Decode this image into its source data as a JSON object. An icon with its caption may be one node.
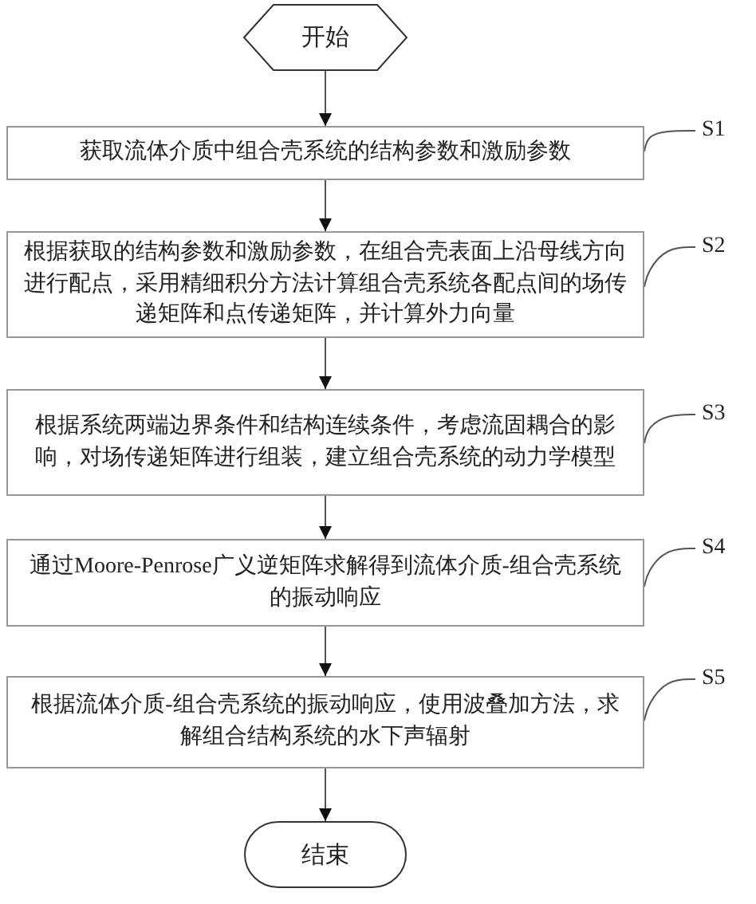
{
  "diagram": {
    "nodes": [
      {
        "text": [
          "开始"
        ]
      },
      {
        "text": [
          "获取流体介质中组合壳系统的结构参数和激励参数"
        ]
      },
      {
        "text": [
          "S1"
        ]
      },
      {
        "text": [
          "根据获取的结构参数和激励参数，在组合壳表面上沿母线方向进行配点，采用精细积分方法计算组合壳系统各配点间的场传递矩阵和点传递矩阵，并计算外力向量"
        ]
      },
      {
        "text": [
          "S2"
        ]
      },
      {
        "text": [
          "根据系统两端边界条件和结构连续条件，考虑流固耦合的影响，对场传递矩阵进行组装，建立组合壳系统的动力学模型"
        ]
      },
      {
        "text": [
          "S3"
        ]
      },
      {
        "text": [
          "通过Moore-Penrose广义逆矩阵求解得到流体介质-组合壳系统的振动响应"
        ]
      },
      {
        "text": [
          "S4"
        ]
      },
      {
        "text": [
          "根据流体介质-组合壳系统的振动响应，使用波叠加方法，求解组合结构系统的水下声辐射"
        ]
      },
      {
        "text": [
          "S5"
        ]
      },
      {
        "text": [
          "结束"
        ]
      }
    ],
    "edges": [
      {
        "from": 0,
        "to": 1,
        "arrow": "to"
      },
      {
        "from": 1,
        "to": 3,
        "arrow": "to"
      },
      {
        "from": 3,
        "to": 5,
        "arrow": "to"
      },
      {
        "from": 5,
        "to": 7,
        "arrow": "to"
      },
      {
        "from": 7,
        "to": 9,
        "arrow": "to"
      },
      {
        "from": 9,
        "to": 11,
        "arrow": "to"
      },
      {
        "from": 2,
        "to": 1,
        "arrow": "none"
      },
      {
        "from": 4,
        "to": 3,
        "arrow": "none"
      },
      {
        "from": 6,
        "to": 5,
        "arrow": "none"
      },
      {
        "from": 8,
        "to": 7,
        "arrow": "none"
      },
      {
        "from": 10,
        "to": 9,
        "arrow": "none"
      }
    ]
  }
}
